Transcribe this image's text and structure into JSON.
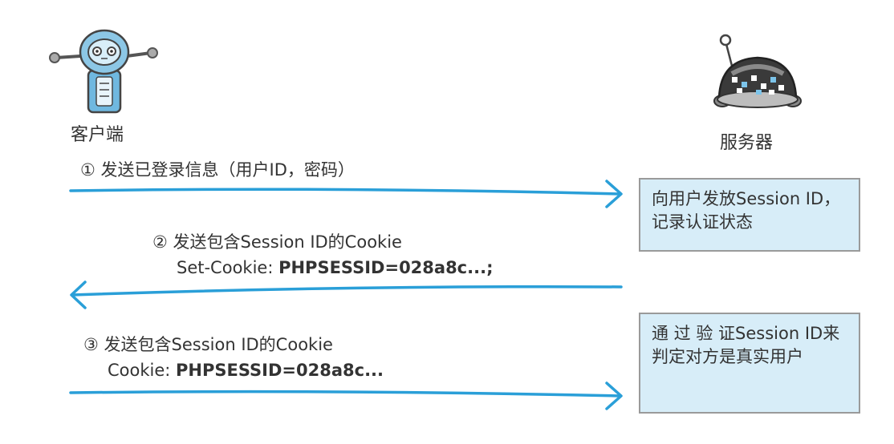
{
  "actors": {
    "client_label": "客户端",
    "server_label": "服务器"
  },
  "messages": [
    {
      "num": "①",
      "text": "发送已登录信息（用户ID，密码）",
      "detail_prefix": "",
      "detail_value": ""
    },
    {
      "num": "②",
      "text": "发送包含Session ID的Cookie",
      "detail_prefix": "Set-Cookie: ",
      "detail_value": "PHPSESSID=028a8c...;"
    },
    {
      "num": "③",
      "text": "发送包含Session ID的Cookie",
      "detail_prefix": "Cookie: ",
      "detail_value": "PHPSESSID=028a8c..."
    }
  ],
  "notes": [
    {
      "text": "向用户发放Session ID，记录认证状态"
    },
    {
      "text": "通 过 验 证Session ID来判定对方是真实用户"
    }
  ],
  "colors": {
    "arrow": "#2a9fd8",
    "note_fill": "#d7edf8",
    "note_border": "#9a9a9a",
    "client_body": "#6fb8e0",
    "server_body": "#3a3a3a"
  },
  "icons": {
    "client": "robot-client-icon",
    "server": "robot-server-icon"
  }
}
